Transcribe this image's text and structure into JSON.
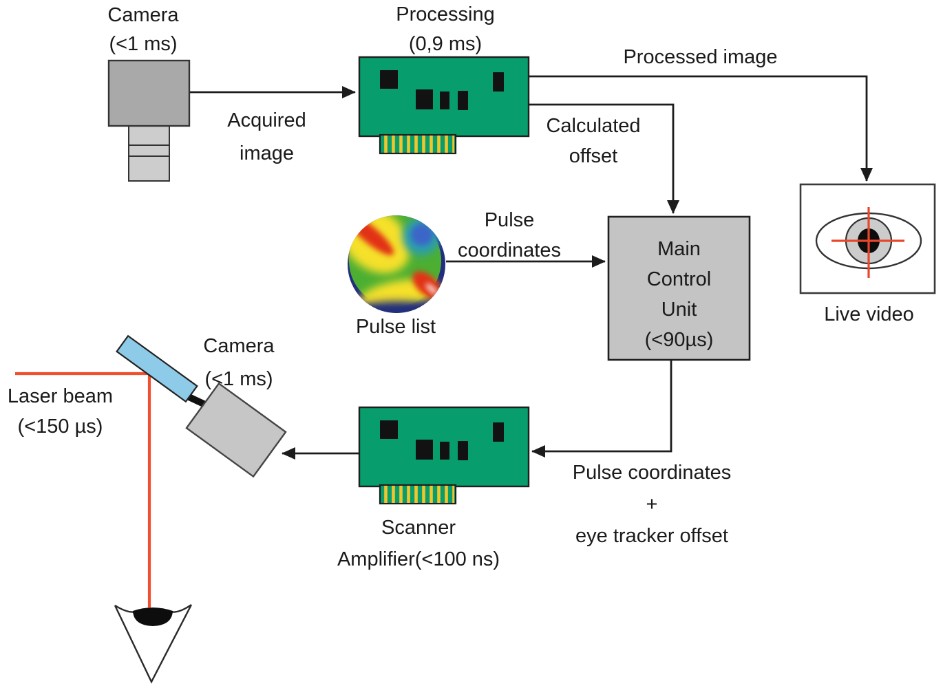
{
  "nodes": {
    "camera_top": {
      "label_line1": "Camera",
      "label_line2": "(<1 ms)"
    },
    "processing": {
      "label_line1": "Processing",
      "label_line2": "(0,9 ms)"
    },
    "main_control_unit": {
      "line1": "Main",
      "line2": "Control",
      "line3": "Unit",
      "line4": "(<90µs)"
    },
    "live_video": {
      "label": "Live video"
    },
    "pulse_list": {
      "label": "Pulse list"
    },
    "scanner_amplifier": {
      "line1": "Scanner",
      "line2": "Amplifier(<100 ns)"
    },
    "camera_bottom": {
      "label_line1": "Camera",
      "label_line2": "(<1 ms)"
    },
    "laser_beam": {
      "label_line1": "Laser beam",
      "label_line2": "(<150 µs)"
    }
  },
  "edges": {
    "acquired_image": {
      "line1": "Acquired",
      "line2": "image"
    },
    "processed_image": {
      "label": "Processed image"
    },
    "calculated_offset": {
      "line1": "Calculated",
      "line2": "offset"
    },
    "pulse_coordinates": {
      "line1": "Pulse",
      "line2": "coordinates"
    },
    "pulse_plus_offset": {
      "line1": "Pulse coordinates",
      "line2": "+",
      "line3": "eye tracker offset"
    }
  },
  "colors": {
    "board_green": "#089d6d",
    "board_border": "#1f1f1f",
    "pin_yellow": "#f2c52d",
    "chip_black": "#121212",
    "camera_body_gray": "#a9a9a9",
    "camera_lens_gray": "#cdcdcd",
    "mcu_gray": "#c4c4c4",
    "mirror_blue": "#8ecbe8",
    "camera2_gray": "#c6c6c6",
    "laser_red": "#f0502f",
    "crosshair_red": "#e8472b",
    "iris_gray": "#cccccc",
    "line_black": "#1c1c1c"
  }
}
